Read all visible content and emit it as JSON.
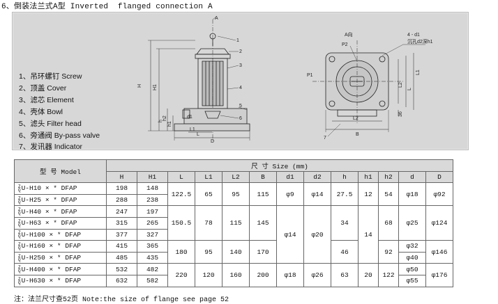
{
  "title": "6、倒装法兰式A型 Inverted  flanged connection A",
  "parts": [
    "1、吊环螺钉 Screw",
    "2、顶盖 Cover",
    "3、滤芯 Element",
    "4、壳体 Bowl",
    "5、滤头 Filter head",
    "6、旁通阀 By-pass valve",
    "7、发讯器 Indicator"
  ],
  "drawing_labels": {
    "A": "A",
    "H": "H",
    "H1": "H1",
    "h": "h",
    "h1": "h1",
    "h2": "h2",
    "L": "L",
    "L1": "L1",
    "D": "D",
    "d1": "d1",
    "n1": "1",
    "n2": "2",
    "n3": "3",
    "n4": "4",
    "n5": "5",
    "n6": "6",
    "n7": "7",
    "av": "A向",
    "p2": "P2",
    "p1": "P1",
    "holes": "4 - d1",
    "holes_depth": "沉孔d2深h1",
    "L1v": "L1",
    "L2": "L2",
    "L2b": "L2",
    "Lv": "L",
    "B": "B",
    "n36": "36"
  },
  "table": {
    "model_header": "型  号   Model",
    "size_header": "尺 寸  Size  (mm)",
    "columns": [
      "H",
      "H1",
      "L",
      "L1",
      "L2",
      "B",
      "d1",
      "d2",
      "h",
      "h1",
      "h2",
      "d",
      "D"
    ],
    "prefix_top": "Z",
    "prefix_bottom": "Q",
    "models": [
      "U-H10 × * DFAP",
      "U-H25 × * DFAP",
      "U-H40 × * DFAP",
      "U-H63 × * DFAP",
      "U-H100 × * DFAP",
      "U-H160 × * DFAP",
      "U-H250 × * DFAP",
      "U-H400 × * DFAP",
      "U-H630 × * DFAP"
    ],
    "H": [
      "198",
      "288",
      "247",
      "315",
      "377",
      "415",
      "485",
      "532",
      "632"
    ],
    "H1": [
      "148",
      "238",
      "197",
      "265",
      "327",
      "365",
      "435",
      "482",
      "582"
    ],
    "L": [
      "122.5",
      "150.5",
      "180",
      "220"
    ],
    "L1": [
      "65",
      "78",
      "95",
      "120"
    ],
    "L2": [
      "95",
      "115",
      "140",
      "160"
    ],
    "B": [
      "115",
      "145",
      "170",
      "200"
    ],
    "d1": [
      "φ9",
      "φ14",
      "φ18"
    ],
    "d2": [
      "φ14",
      "φ20",
      "φ26"
    ],
    "h": [
      "27.5",
      "34",
      "46",
      "63"
    ],
    "h1": [
      "12",
      "14",
      "20"
    ],
    "h2": [
      "54",
      "68",
      "92",
      "122"
    ],
    "d": [
      "φ18",
      "φ25",
      "φ32",
      "φ40",
      "φ50",
      "φ55"
    ],
    "D": [
      "φ92",
      "φ124",
      "φ146",
      "φ176"
    ]
  },
  "note": "注：法兰尺寸查52页  Note:the size of flange see page 52"
}
